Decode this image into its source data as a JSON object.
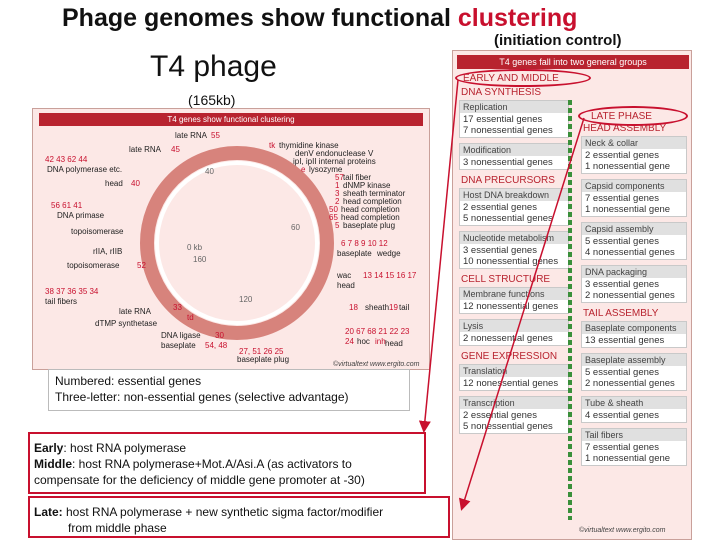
{
  "slide": {
    "title_main": "Phage genomes show functional ",
    "title_emph": "clustering",
    "subtitle": "(initiation control)",
    "t4_label": "T4 phage",
    "genome_size": "(165kb)"
  },
  "genome_map": {
    "header": "T4 genes show functional clustering",
    "labels": [
      {
        "t": "late RNA",
        "k": "lbl"
      },
      {
        "t": "55",
        "k": "red"
      },
      {
        "t": "late RNA",
        "k": "lbl"
      },
      {
        "t": "45",
        "k": "red"
      },
      {
        "t": "42 43 62 44",
        "k": "red"
      },
      {
        "t": "DNA polymerase etc.",
        "k": "lbl"
      },
      {
        "t": "head",
        "k": "lbl"
      },
      {
        "t": "40",
        "k": "red"
      },
      {
        "t": "56 61 41",
        "k": "red"
      },
      {
        "t": "DNA primase",
        "k": "lbl"
      },
      {
        "t": "topoisomerase",
        "k": "lbl"
      },
      {
        "t": "rIIA, rIIB",
        "k": "lbl"
      },
      {
        "t": "topoisomerase",
        "k": "lbl"
      },
      {
        "t": "52",
        "k": "red"
      },
      {
        "t": "38 37 36 35 34",
        "k": "red"
      },
      {
        "t": "tail fibers",
        "k": "lbl"
      },
      {
        "t": "late RNA",
        "k": "lbl"
      },
      {
        "t": "33",
        "k": "red"
      },
      {
        "t": "dTMP synthetase",
        "k": "lbl"
      },
      {
        "t": "td",
        "k": "red"
      },
      {
        "t": "DNA ligase",
        "k": "lbl"
      },
      {
        "t": "30",
        "k": "red"
      },
      {
        "t": "baseplate",
        "k": "lbl"
      },
      {
        "t": "54, 48",
        "k": "red"
      },
      {
        "t": "tk",
        "k": "red"
      },
      {
        "t": "thymidine kinase",
        "k": "lbl"
      },
      {
        "t": "denV endonuclease V",
        "k": "lbl"
      },
      {
        "t": "ipI, ipII internal proteins",
        "k": "lbl"
      },
      {
        "t": "e",
        "k": "red"
      },
      {
        "t": "lysozyme",
        "k": "lbl"
      },
      {
        "t": "57",
        "k": "red"
      },
      {
        "t": "tail fiber",
        "k": "lbl"
      },
      {
        "t": "1",
        "k": "red"
      },
      {
        "t": "dNMP kinase",
        "k": "lbl"
      },
      {
        "t": "3",
        "k": "red"
      },
      {
        "t": "sheath terminator",
        "k": "lbl"
      },
      {
        "t": "2",
        "k": "red"
      },
      {
        "t": "head completion",
        "k": "lbl"
      },
      {
        "t": "50",
        "k": "red"
      },
      {
        "t": "head completion",
        "k": "lbl"
      },
      {
        "t": "65",
        "k": "red"
      },
      {
        "t": "head completion",
        "k": "lbl"
      },
      {
        "t": "5",
        "k": "red"
      },
      {
        "t": "baseplate plug",
        "k": "lbl"
      },
      {
        "t": "6 7 8 9 10 12",
        "k": "red"
      },
      {
        "t": "baseplate",
        "k": "lbl"
      },
      {
        "t": "wedge",
        "k": "lbl"
      },
      {
        "t": "wac",
        "k": "lbl"
      },
      {
        "t": "13 14 15 16 17",
        "k": "red"
      },
      {
        "t": "head",
        "k": "lbl"
      },
      {
        "t": "18",
        "k": "red"
      },
      {
        "t": "sheath",
        "k": "lbl"
      },
      {
        "t": "19",
        "k": "red"
      },
      {
        "t": "tail",
        "k": "lbl"
      },
      {
        "t": "20 67 68 21 22 23",
        "k": "red"
      },
      {
        "t": "24",
        "k": "red"
      },
      {
        "t": "hoc",
        "k": "lbl"
      },
      {
        "t": "inh",
        "k": "red"
      },
      {
        "t": "head",
        "k": "lbl"
      },
      {
        "t": "27, 51 26 25",
        "k": "red"
      },
      {
        "t": "baseplate plug",
        "k": "lbl"
      }
    ],
    "ticks": [
      "40",
      "0 kb",
      "160",
      "60",
      "120"
    ],
    "credit": "©virtualtext www.ergito.com"
  },
  "legend": {
    "line1": "Numbered: essential genes",
    "line2": "Three-letter: non-essential genes (selective advantage)"
  },
  "promoters": {
    "early_label": "Early",
    "early_text": ": host RNA polymerase",
    "middle_label": "Middle",
    "middle_text": ": host RNA polymerase+Mot.A/Asi.A (as activators to compensate for the deficiency of middle gene promoter at -30)",
    "late_label": "Late:",
    "late_text": " host RNA polymerase + new synthetic sigma factor/modifier",
    "late_text2": "from middle phase"
  },
  "classes": {
    "header": "T4 genes fall into two general groups",
    "early_middle": "EARLY AND MIDDLE",
    "late_phase": "LATE PHASE",
    "left": [
      {
        "section": "DNA SYNTHESIS",
        "boxes": [
          {
            "head": "Replication",
            "lines": [
              "17 essential genes",
              "7 nonessential genes"
            ]
          },
          {
            "head": "Modification",
            "lines": [
              "3 nonessential genes"
            ]
          }
        ]
      },
      {
        "section": "DNA PRECURSORS",
        "boxes": [
          {
            "head": "Host DNA breakdown",
            "lines": [
              "2 essential genes",
              "5 nonessential genes"
            ]
          },
          {
            "head": "Nucleotide metabolism",
            "lines": [
              "3 essential genes",
              "10 nonessential genes"
            ]
          }
        ]
      },
      {
        "section": "CELL STRUCTURE",
        "boxes": [
          {
            "head": "Membrane functions",
            "lines": [
              "12 nonessential genes"
            ]
          },
          {
            "head": "Lysis",
            "lines": [
              "2 nonessential genes"
            ]
          }
        ]
      },
      {
        "section": "GENE EXPRESSION",
        "boxes": [
          {
            "head": "Translation",
            "lines": [
              "12 nonessential genes"
            ]
          },
          {
            "head": "Transcription",
            "lines": [
              "2 essential genes",
              "5 nonessential genes"
            ]
          }
        ]
      }
    ],
    "right": [
      {
        "section": "HEAD ASSEMBLY",
        "boxes": [
          {
            "head": "Neck & collar",
            "lines": [
              "2 essential genes",
              "1 nonessential gene"
            ]
          },
          {
            "head": "Capsid components",
            "lines": [
              "7 essential genes",
              "1 nonessential gene"
            ]
          },
          {
            "head": "Capsid assembly",
            "lines": [
              "5 essential genes",
              "4 nonessential genes"
            ]
          },
          {
            "head": "DNA packaging",
            "lines": [
              "3 essential genes",
              "2 nonessential genes"
            ]
          }
        ]
      },
      {
        "section": "TAIL ASSEMBLY",
        "boxes": [
          {
            "head": "Baseplate components",
            "lines": [
              "13 essential genes"
            ]
          },
          {
            "head": "Baseplate assembly",
            "lines": [
              "5 essential genes",
              "2 nonessential genes"
            ]
          },
          {
            "head": "Tube & sheath",
            "lines": [
              "4 essential genes"
            ]
          },
          {
            "head": "Tail fibers",
            "lines": [
              "7 essential genes",
              "1 nonessential gene"
            ]
          }
        ]
      }
    ],
    "credit": "©virtualtext www.ergito.com"
  }
}
